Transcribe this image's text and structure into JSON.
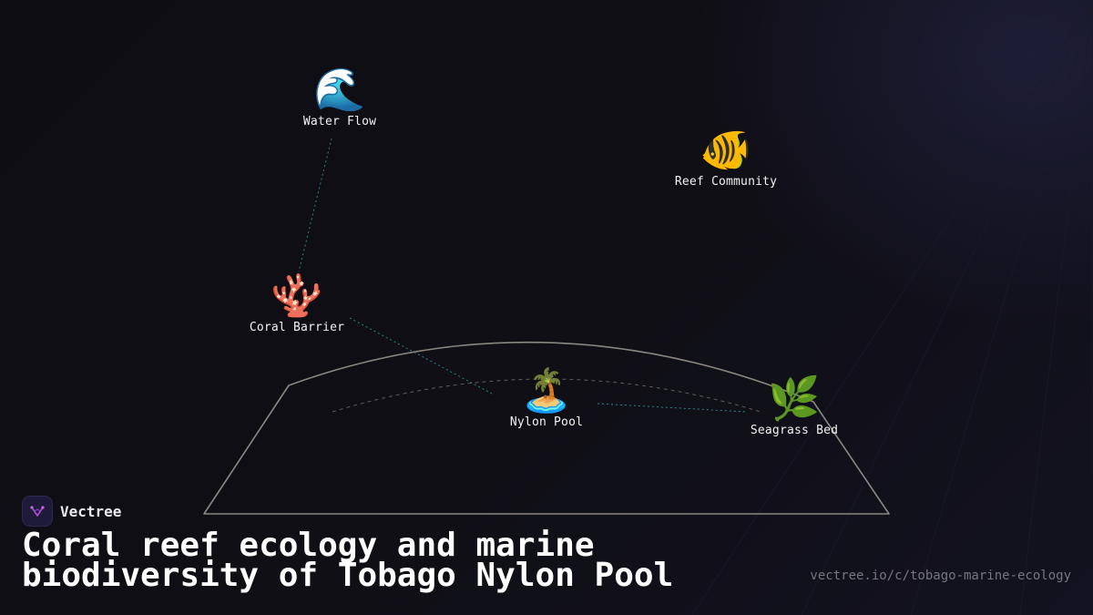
{
  "nodes": {
    "water_flow": {
      "icon": "🌊",
      "icon_name": "wave-icon",
      "label": "Water Flow"
    },
    "reef_community": {
      "icon": "🐠",
      "icon_name": "tropical-fish-icon",
      "label": "Reef Community"
    },
    "coral_barrier": {
      "icon": "🪸",
      "icon_name": "coral-icon",
      "label": "Coral Barrier"
    },
    "nylon_pool": {
      "icon": "🏝️",
      "icon_name": "island-icon",
      "label": "Nylon Pool"
    },
    "seagrass_bed": {
      "icon": "🌿",
      "icon_name": "herb-icon",
      "label": "Seagrass Bed"
    }
  },
  "connections": [
    {
      "from": "water_flow",
      "to": "coral_barrier"
    },
    {
      "from": "coral_barrier",
      "to": "nylon_pool"
    },
    {
      "from": "nylon_pool",
      "to": "seagrass_bed"
    }
  ],
  "brand": {
    "name": "Vectree",
    "logo_icon": "vectree-logo-icon"
  },
  "title": "Coral reef ecology and marine biodiversity of Tobago Nylon Pool",
  "url": "vectree.io/c/tobago-marine-ecology",
  "colors": {
    "background": "#0e0d13",
    "dome_outline": "#8a8780",
    "connector": "#1f8a8a",
    "brand_logo_bg": "#1e1b3a",
    "brand_logo_mark": "#b04fd6",
    "url_text": "#77767f"
  }
}
